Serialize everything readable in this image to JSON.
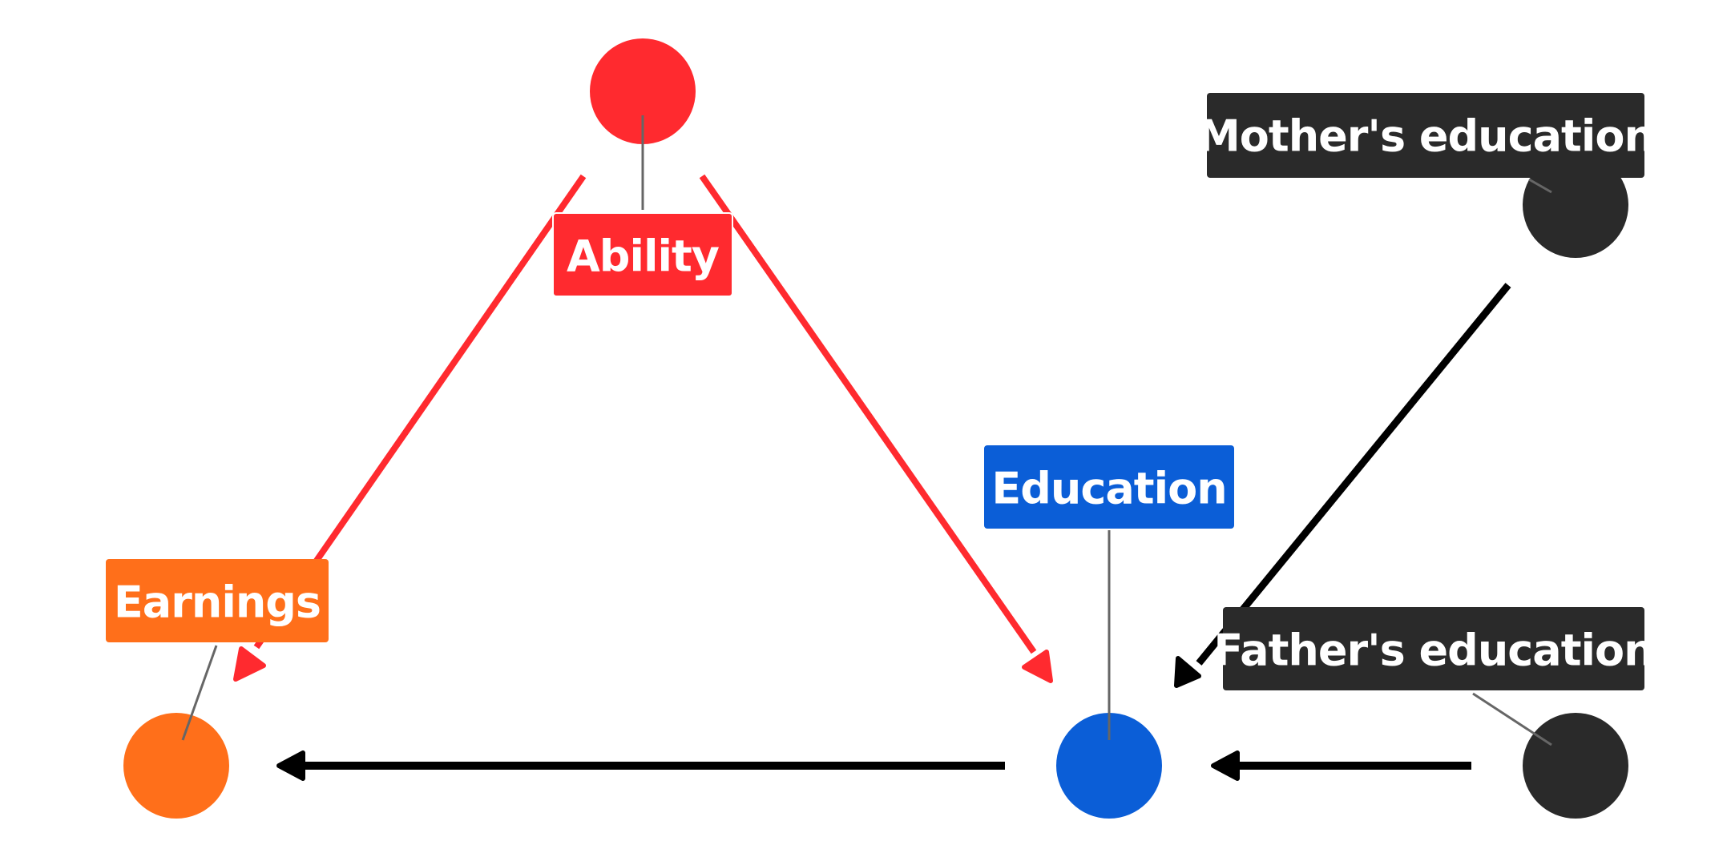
{
  "nodes": {
    "ability": {
      "label": "Ability",
      "color": "#ff2a2f"
    },
    "earnings": {
      "label": "Earnings",
      "color": "#ff6f1a"
    },
    "education": {
      "label": "Education",
      "color": "#0b5ed7"
    },
    "mother_education": {
      "label": "Mother's education",
      "color": "#2a2a2a"
    },
    "father_education": {
      "label": "Father's education",
      "color": "#2a2a2a"
    }
  },
  "edges": [
    {
      "from": "ability",
      "to": "earnings",
      "color": "#ff2a2f"
    },
    {
      "from": "ability",
      "to": "education",
      "color": "#ff2a2f"
    },
    {
      "from": "education",
      "to": "earnings",
      "color": "#000000"
    },
    {
      "from": "father_education",
      "to": "education",
      "color": "#000000"
    },
    {
      "from": "mother_education",
      "to": "education",
      "color": "#000000"
    }
  ]
}
